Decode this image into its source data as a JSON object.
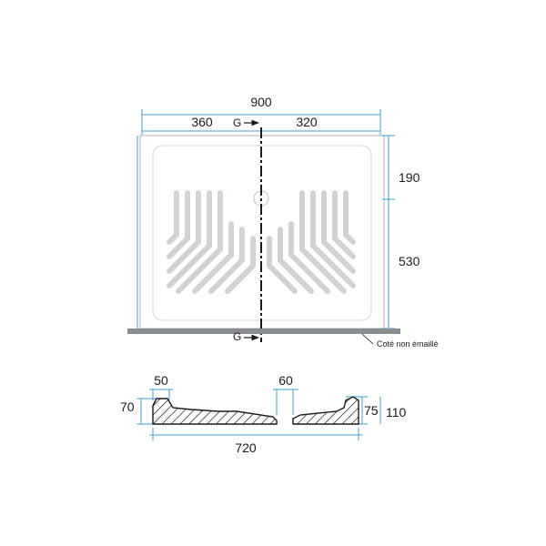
{
  "top_view": {
    "total_width": "900",
    "left_segment": "360",
    "right_segment": "320",
    "right_top": "190",
    "right_bottom": "530",
    "section_marker_top": "G",
    "section_marker_bottom": "G",
    "unglazed_side_label": "Coté non émaillé"
  },
  "section_view": {
    "rim_width": "50",
    "drain_width": "60",
    "left_height": "70",
    "inner_height": "75",
    "total_height": "110",
    "base_length": "720"
  },
  "colors": {
    "dimension_line": "#3aa0d8",
    "floor_strip": "#8a8d90",
    "tray_outline": "#c8ccd0",
    "section_line": "#1a1a1a"
  }
}
